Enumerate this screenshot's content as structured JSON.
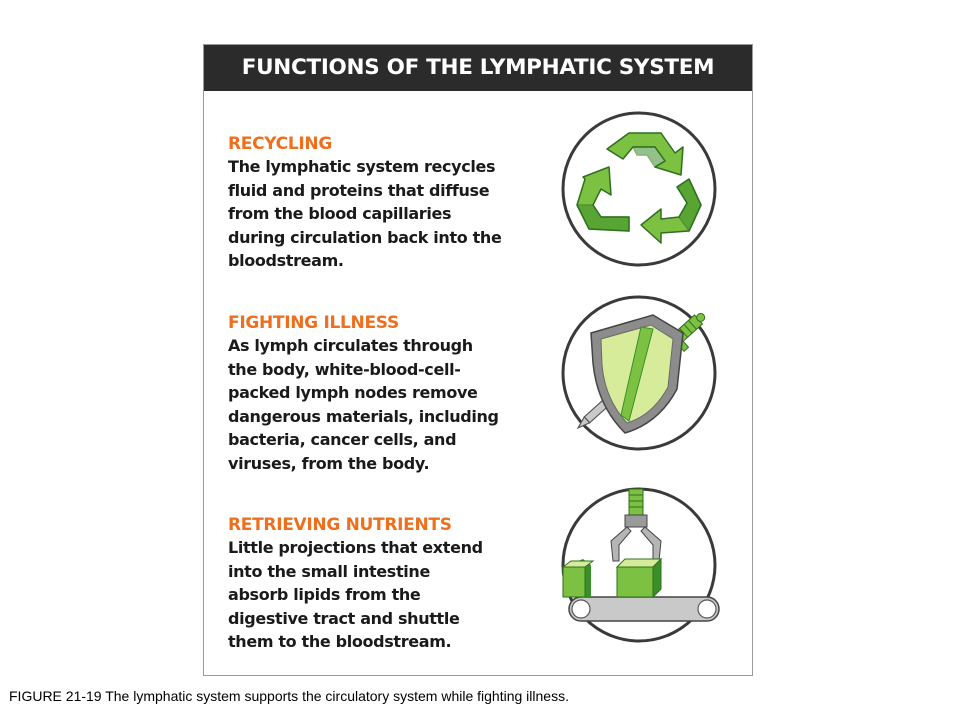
{
  "header": {
    "title": "FUNCTIONS OF THE LYMPHATIC SYSTEM"
  },
  "sections": [
    {
      "heading": "RECYCLING",
      "body_lines": [
        "The lymphatic system recycles",
        "fluid and proteins that diffuse",
        "from the blood capillaries",
        "during circulation back into the",
        "bloodstream."
      ],
      "icon": "recycle-icon"
    },
    {
      "heading": "FIGHTING ILLNESS",
      "body_lines": [
        "As lymph circulates through",
        "the body, white-blood-cell-",
        "packed lymph nodes remove",
        "dangerous materials, including",
        "bacteria, cancer cells, and",
        "viruses, from the body."
      ],
      "icon": "shield-sword-icon"
    },
    {
      "heading": "RETRIEVING NUTRIENTS",
      "body_lines": [
        "Little projections that extend",
        "into the small intestine",
        "absorb lipids from the",
        "digestive tract and shuttle",
        "them to the bloodstream."
      ],
      "icon": "robotic-claw-conveyor-icon"
    }
  ],
  "caption": "FIGURE 21-19 The lymphatic system supports the circulatory system while fighting illness.",
  "colors": {
    "header_bg": "#2b2b2b",
    "heading_orange": "#ee6f1e",
    "icon_green": "#7dc142",
    "icon_dark_green": "#3b8f2a",
    "icon_light_green": "#d7ec9b"
  }
}
